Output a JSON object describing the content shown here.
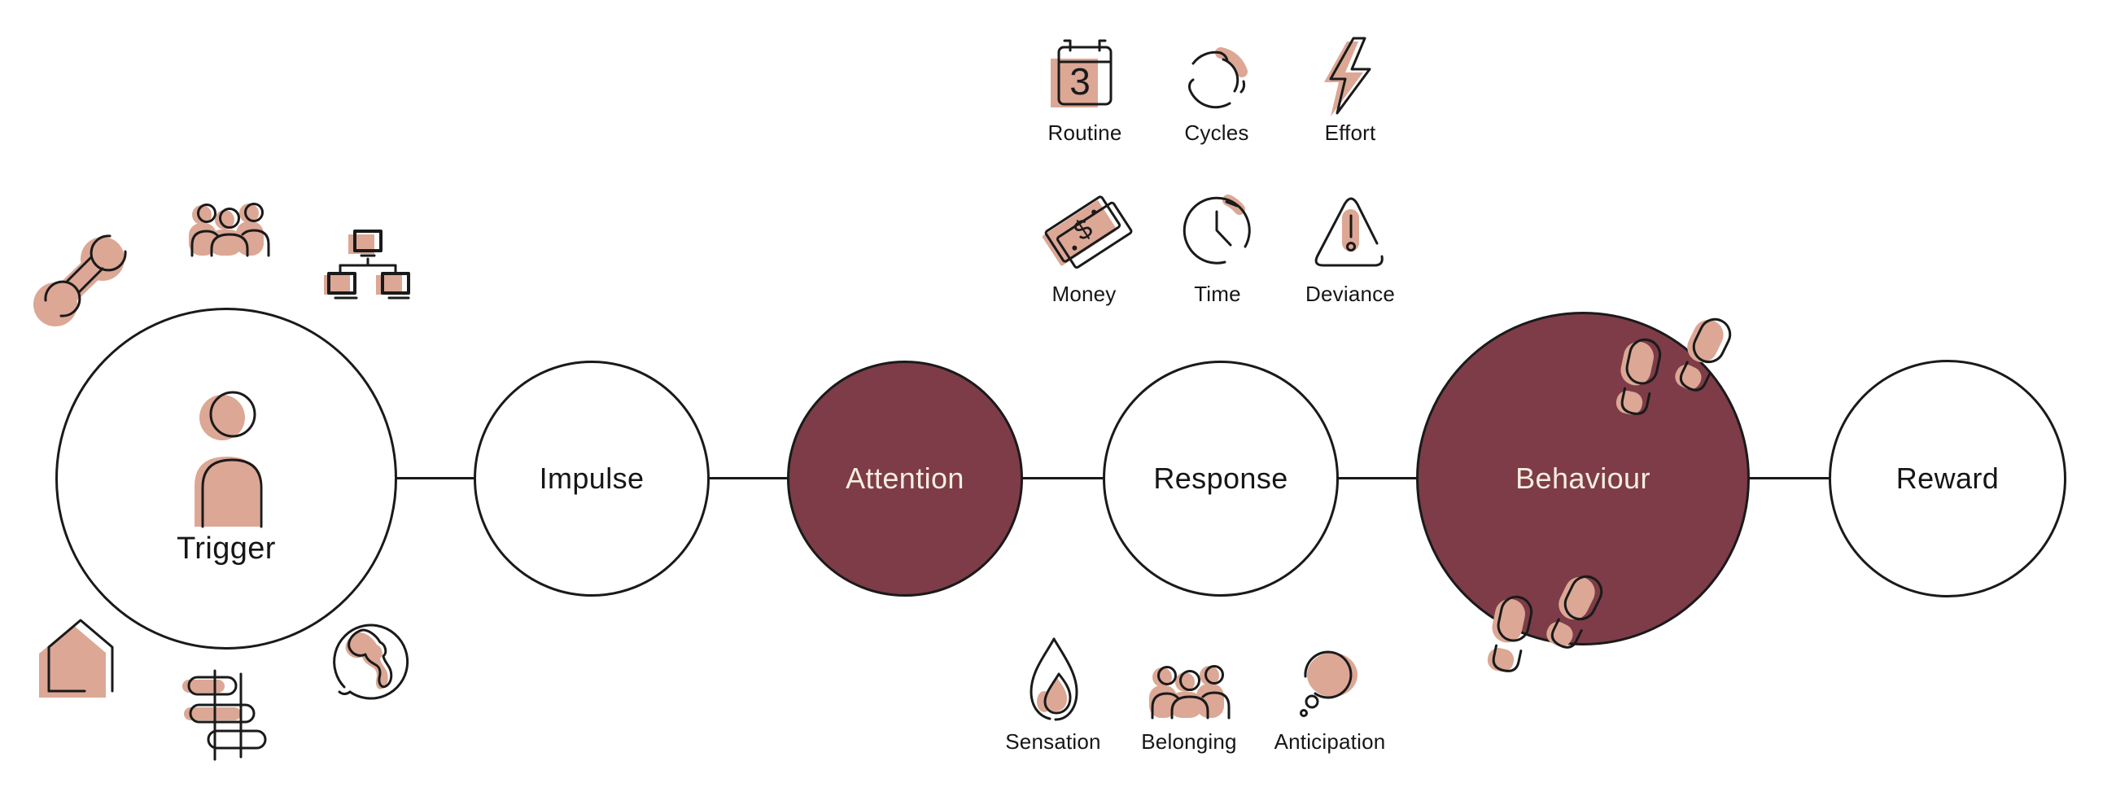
{
  "colors": {
    "accent_maroon": "#7d3c48",
    "accent_tan": "#dca795",
    "label_cream": "#f6eedd",
    "ink": "#1a1a1a",
    "background": "#ffffff"
  },
  "diagram": {
    "stages": [
      {
        "label": "Trigger",
        "filled": false,
        "size": "large",
        "icon": "person-icon"
      },
      {
        "label": "Impulse",
        "filled": false,
        "size": "medium"
      },
      {
        "label": "Attention",
        "filled": true,
        "size": "medium"
      },
      {
        "label": "Response",
        "filled": false,
        "size": "medium"
      },
      {
        "label": "Behaviour",
        "filled": true,
        "size": "large",
        "icon": "footprints-icon"
      },
      {
        "label": "Reward",
        "filled": false,
        "size": "medium"
      }
    ],
    "trigger_context_icons": [
      "wrench-icon",
      "people-group-icon",
      "network-icon",
      "house-icon",
      "signpost-icon",
      "globe-icon"
    ],
    "resources": [
      {
        "icon": "calendar-icon",
        "label": "Routine"
      },
      {
        "icon": "cycles-icon",
        "label": "Cycles"
      },
      {
        "icon": "lightning-icon",
        "label": "Effort"
      },
      {
        "icon": "money-icon",
        "label": "Money"
      },
      {
        "icon": "clock-icon",
        "label": "Time"
      },
      {
        "icon": "warning-triangle-icon",
        "label": "Deviance"
      }
    ],
    "motives": [
      {
        "icon": "flame-icon",
        "label": "Sensation"
      },
      {
        "icon": "people-group-icon",
        "label": "Belonging"
      },
      {
        "icon": "thought-bubble-icon",
        "label": "Anticipation"
      }
    ],
    "calendar_day": "3",
    "money_symbol": "$"
  }
}
